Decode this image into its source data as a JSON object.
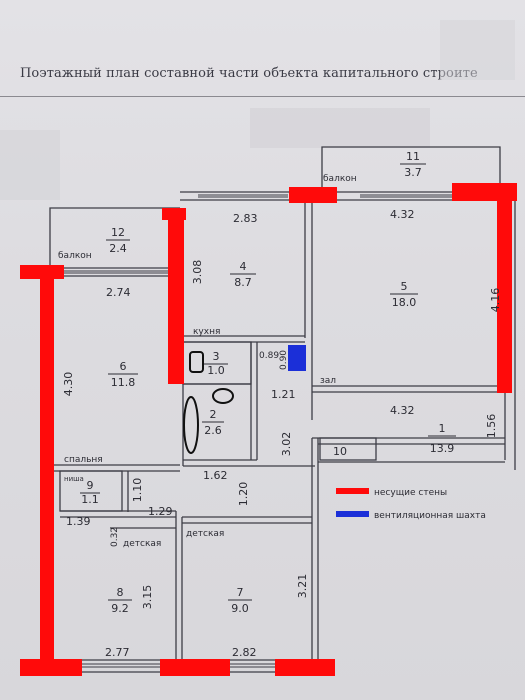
{
  "header": {
    "title": "Поэтажный план составной части объекта капитального строите"
  },
  "rooms": [
    {
      "id": "r12",
      "number": "12",
      "area": "2.4"
    },
    {
      "id": "r4",
      "number": "4",
      "area": "8.7"
    },
    {
      "id": "r5",
      "number": "5",
      "area": "18.0"
    },
    {
      "id": "r11",
      "number": "11",
      "area": "3.7"
    },
    {
      "id": "r6",
      "number": "6",
      "area": "11.8"
    },
    {
      "id": "r3",
      "number": "3",
      "area": "1.0"
    },
    {
      "id": "r2",
      "number": "2",
      "area": "2.6"
    },
    {
      "id": "r1",
      "number": "1",
      "area": "13.9"
    },
    {
      "id": "r9",
      "number": "9",
      "area": "1.1"
    },
    {
      "id": "r8",
      "number": "8",
      "area": "9.2"
    },
    {
      "id": "r7",
      "number": "7",
      "area": "9.0"
    }
  ],
  "room_names": {
    "balcony_left": "балкон",
    "balcony_top": "балкон",
    "kitchen": "кухня",
    "hall": "зал",
    "bedroom": "спальня",
    "niche": "ниша",
    "kids_left": "детская",
    "kids_right": "детская"
  },
  "dimensions": {
    "d283": "2.83",
    "d432_top": "4.32",
    "d274": "2.74",
    "d308": "3.08",
    "d416": "4.16",
    "d430": "4.30",
    "d089": "0.89",
    "d090": "0.90",
    "d121": "1.21",
    "d432_mid": "4.32",
    "d302": "3.02",
    "d156": "1.56",
    "d10": "10",
    "d162": "1.62",
    "d110": "1.10",
    "d129": "1.29",
    "d120": "1.20",
    "d139": "1.39",
    "d032": "0.32",
    "d315": "3.15",
    "d321": "3.21",
    "d277": "2.77",
    "d282": "2.82"
  },
  "legend": [
    {
      "label": "несущие стены",
      "color": "#ff0a0a"
    },
    {
      "label": "вентиляционная шахта",
      "color": "#1b2fd8"
    }
  ],
  "colors": {
    "bearing_wall": "#ff0a0a",
    "vent_shaft": "#1b2fd8",
    "line": "#3d3d46"
  }
}
